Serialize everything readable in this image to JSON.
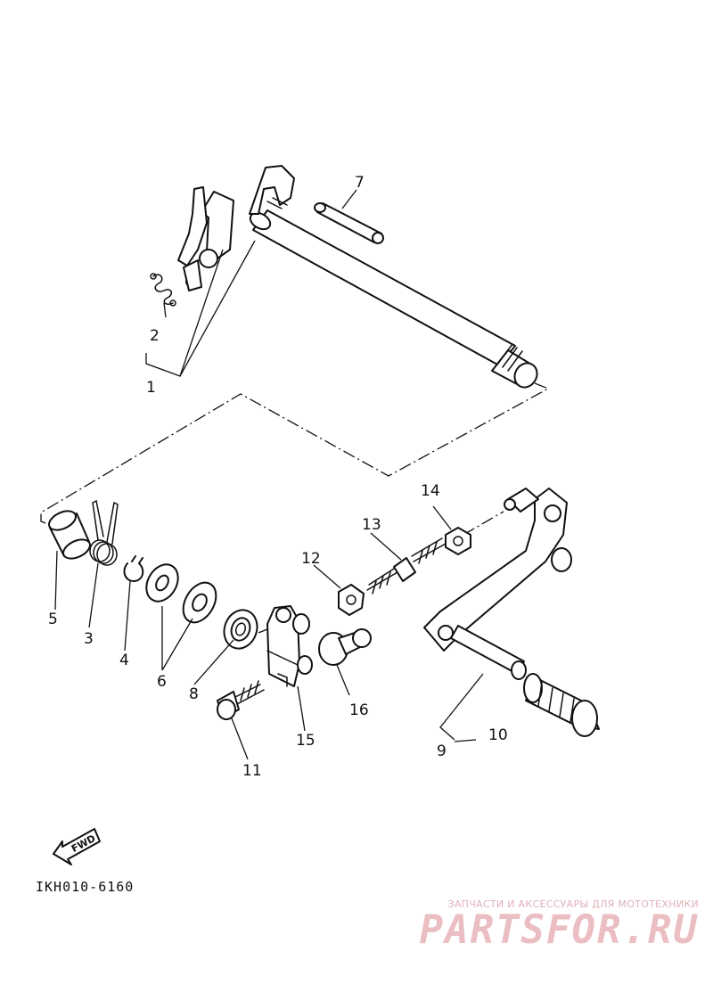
{
  "callouts": {
    "c1": "1",
    "c2": "2",
    "c3": "3",
    "c4": "4",
    "c5": "5",
    "c6": "6",
    "c7": "7",
    "c8": "8",
    "c9": "9",
    "c10": "10",
    "c11": "11",
    "c12": "12",
    "c13": "13",
    "c14": "14",
    "c15": "15",
    "c16": "16"
  },
  "fwd_arrow_label": "FWD",
  "drawing_code": "IKH010-6160",
  "watermark": {
    "tagline": "ЗАПЧАСТИ И АКСЕССУАРЫ ДЛЯ МОТОТЕХНИКИ",
    "brand": "PARTSFOR.RU"
  }
}
